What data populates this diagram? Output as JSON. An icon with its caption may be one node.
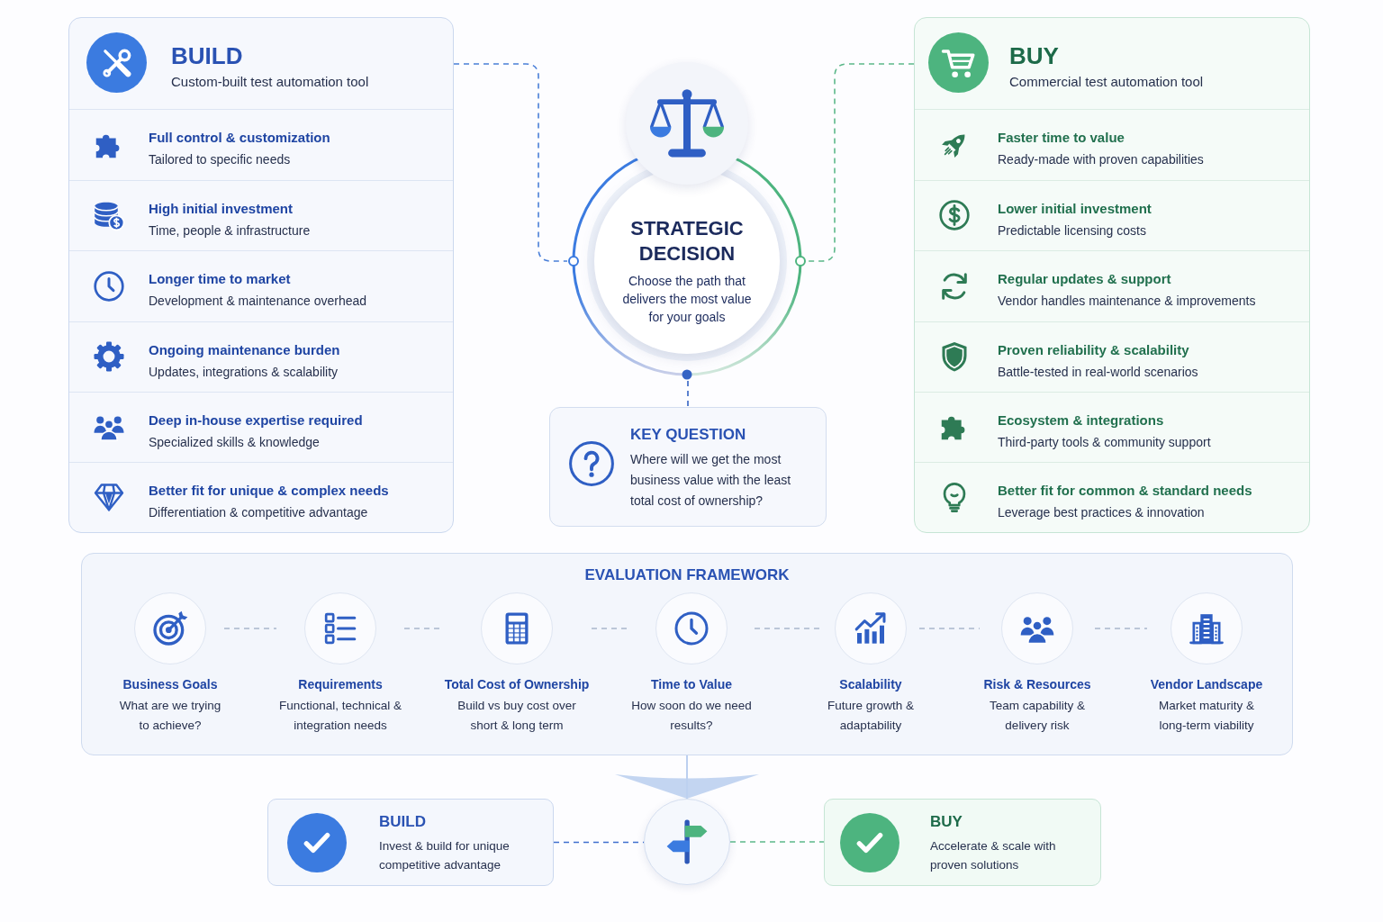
{
  "diagram": {
    "nodes": [
      {
        "text": [
          "BUILD",
          "Custom-built test automation tool"
        ]
      },
      {
        "text": [
          "Full control & customization",
          "Tailored to specific needs"
        ],
        "in": 0
      },
      {
        "text": [
          "High initial investment",
          "Time, people & infrastructure"
        ],
        "in": 0
      },
      {
        "text": [
          "Longer time to market",
          "Development & maintenance overhead"
        ],
        "in": 0
      },
      {
        "text": [
          "Ongoing maintenance burden",
          "Updates, integrations & scalability"
        ],
        "in": 0
      },
      {
        "text": [
          "Deep in-house expertise required",
          "Specialized skills & knowledge"
        ],
        "in": 0
      },
      {
        "text": [
          "Better fit for unique & complex needs",
          "Differentiation & competitive advantage"
        ],
        "in": 0
      },
      {
        "text": [
          "STRATEGIC DECISION",
          "Choose the path that delivers the most value for your goals"
        ]
      },
      {
        "text": [
          "KEY QUESTION",
          "Where will we get the most business value with the least total cost of ownership?"
        ]
      },
      {
        "text": [
          "BUY",
          "Commercial test automation tool"
        ]
      },
      {
        "text": [
          "Faster time to value",
          "Ready-made with proven capabilities"
        ],
        "in": 9
      },
      {
        "text": [
          "Lower initial investment",
          "Predictable licensing costs"
        ],
        "in": 9
      },
      {
        "text": [
          "Regular updates & support",
          "Vendor handles maintenance & improvements"
        ],
        "in": 9
      },
      {
        "text": [
          "Proven reliability & scalability",
          "Battle-tested in real-world scenarios"
        ],
        "in": 9
      },
      {
        "text": [
          "Ecosystem & integrations",
          "Third-party tools & community support"
        ],
        "in": 9
      },
      {
        "text": [
          "Better fit for common & standard needs",
          "Leverage best practices & innovation"
        ],
        "in": 9
      },
      {
        "text": [
          "EVALUATION FRAMEWORK"
        ]
      },
      {
        "text": [
          "Business Goals",
          "What are we trying to achieve?"
        ],
        "in": 16
      },
      {
        "text": [
          "Requirements",
          "Functional, technical & integration needs"
        ],
        "in": 16
      },
      {
        "text": [
          "Total Cost of Ownership",
          "Build vs buy cost over short & long term"
        ],
        "in": 16
      },
      {
        "text": [
          "Time to Value",
          "How soon do we need results?"
        ],
        "in": 16
      },
      {
        "text": [
          "Scalability",
          "Future growth & adaptability"
        ],
        "in": 16
      },
      {
        "text": [
          "Risk & Resources",
          "Team capability & delivery risk"
        ],
        "in": 16
      },
      {
        "text": [
          "Vendor Landscape",
          "Market maturity & long-term viability"
        ],
        "in": 16
      },
      {
        "text": [
          "BUILD",
          "Invest & build for unique competitive advantage"
        ]
      },
      {
        "text": [],
        "shape": "circle"
      },
      {
        "text": [
          "BUY",
          "Accelerate & scale with proven solutions"
        ]
      }
    ],
    "edges": [
      {
        "from": 0,
        "to": 7,
        "arrow": "none",
        "style": "dashed",
        "color": "#4a7fd8"
      },
      {
        "from": 9,
        "to": 7,
        "arrow": "none",
        "style": "dashed",
        "color": "#5cb88a"
      },
      {
        "from": 7,
        "to": 8,
        "arrow": "none",
        "style": "dashed",
        "color": "#3563c4"
      },
      {
        "from": 17,
        "to": 18,
        "arrow": "none",
        "style": "dashed"
      },
      {
        "from": 18,
        "to": 19,
        "arrow": "none",
        "style": "dashed"
      },
      {
        "from": 19,
        "to": 20,
        "arrow": "none",
        "style": "dashed"
      },
      {
        "from": 20,
        "to": 21,
        "arrow": "none",
        "style": "dashed"
      },
      {
        "from": 21,
        "to": 22,
        "arrow": "none",
        "style": "dashed"
      },
      {
        "from": 22,
        "to": 23,
        "arrow": "none",
        "style": "dashed"
      },
      {
        "from": 16,
        "to": 25,
        "arrow": "to",
        "color": "#bcd0f0"
      },
      {
        "from": 24,
        "to": 25,
        "arrow": "none",
        "style": "dashed",
        "color": "#3f6fce"
      },
      {
        "from": 25,
        "to": 26,
        "arrow": "none",
        "style": "dashed",
        "color": "#5cb88a"
      }
    ]
  }
}
